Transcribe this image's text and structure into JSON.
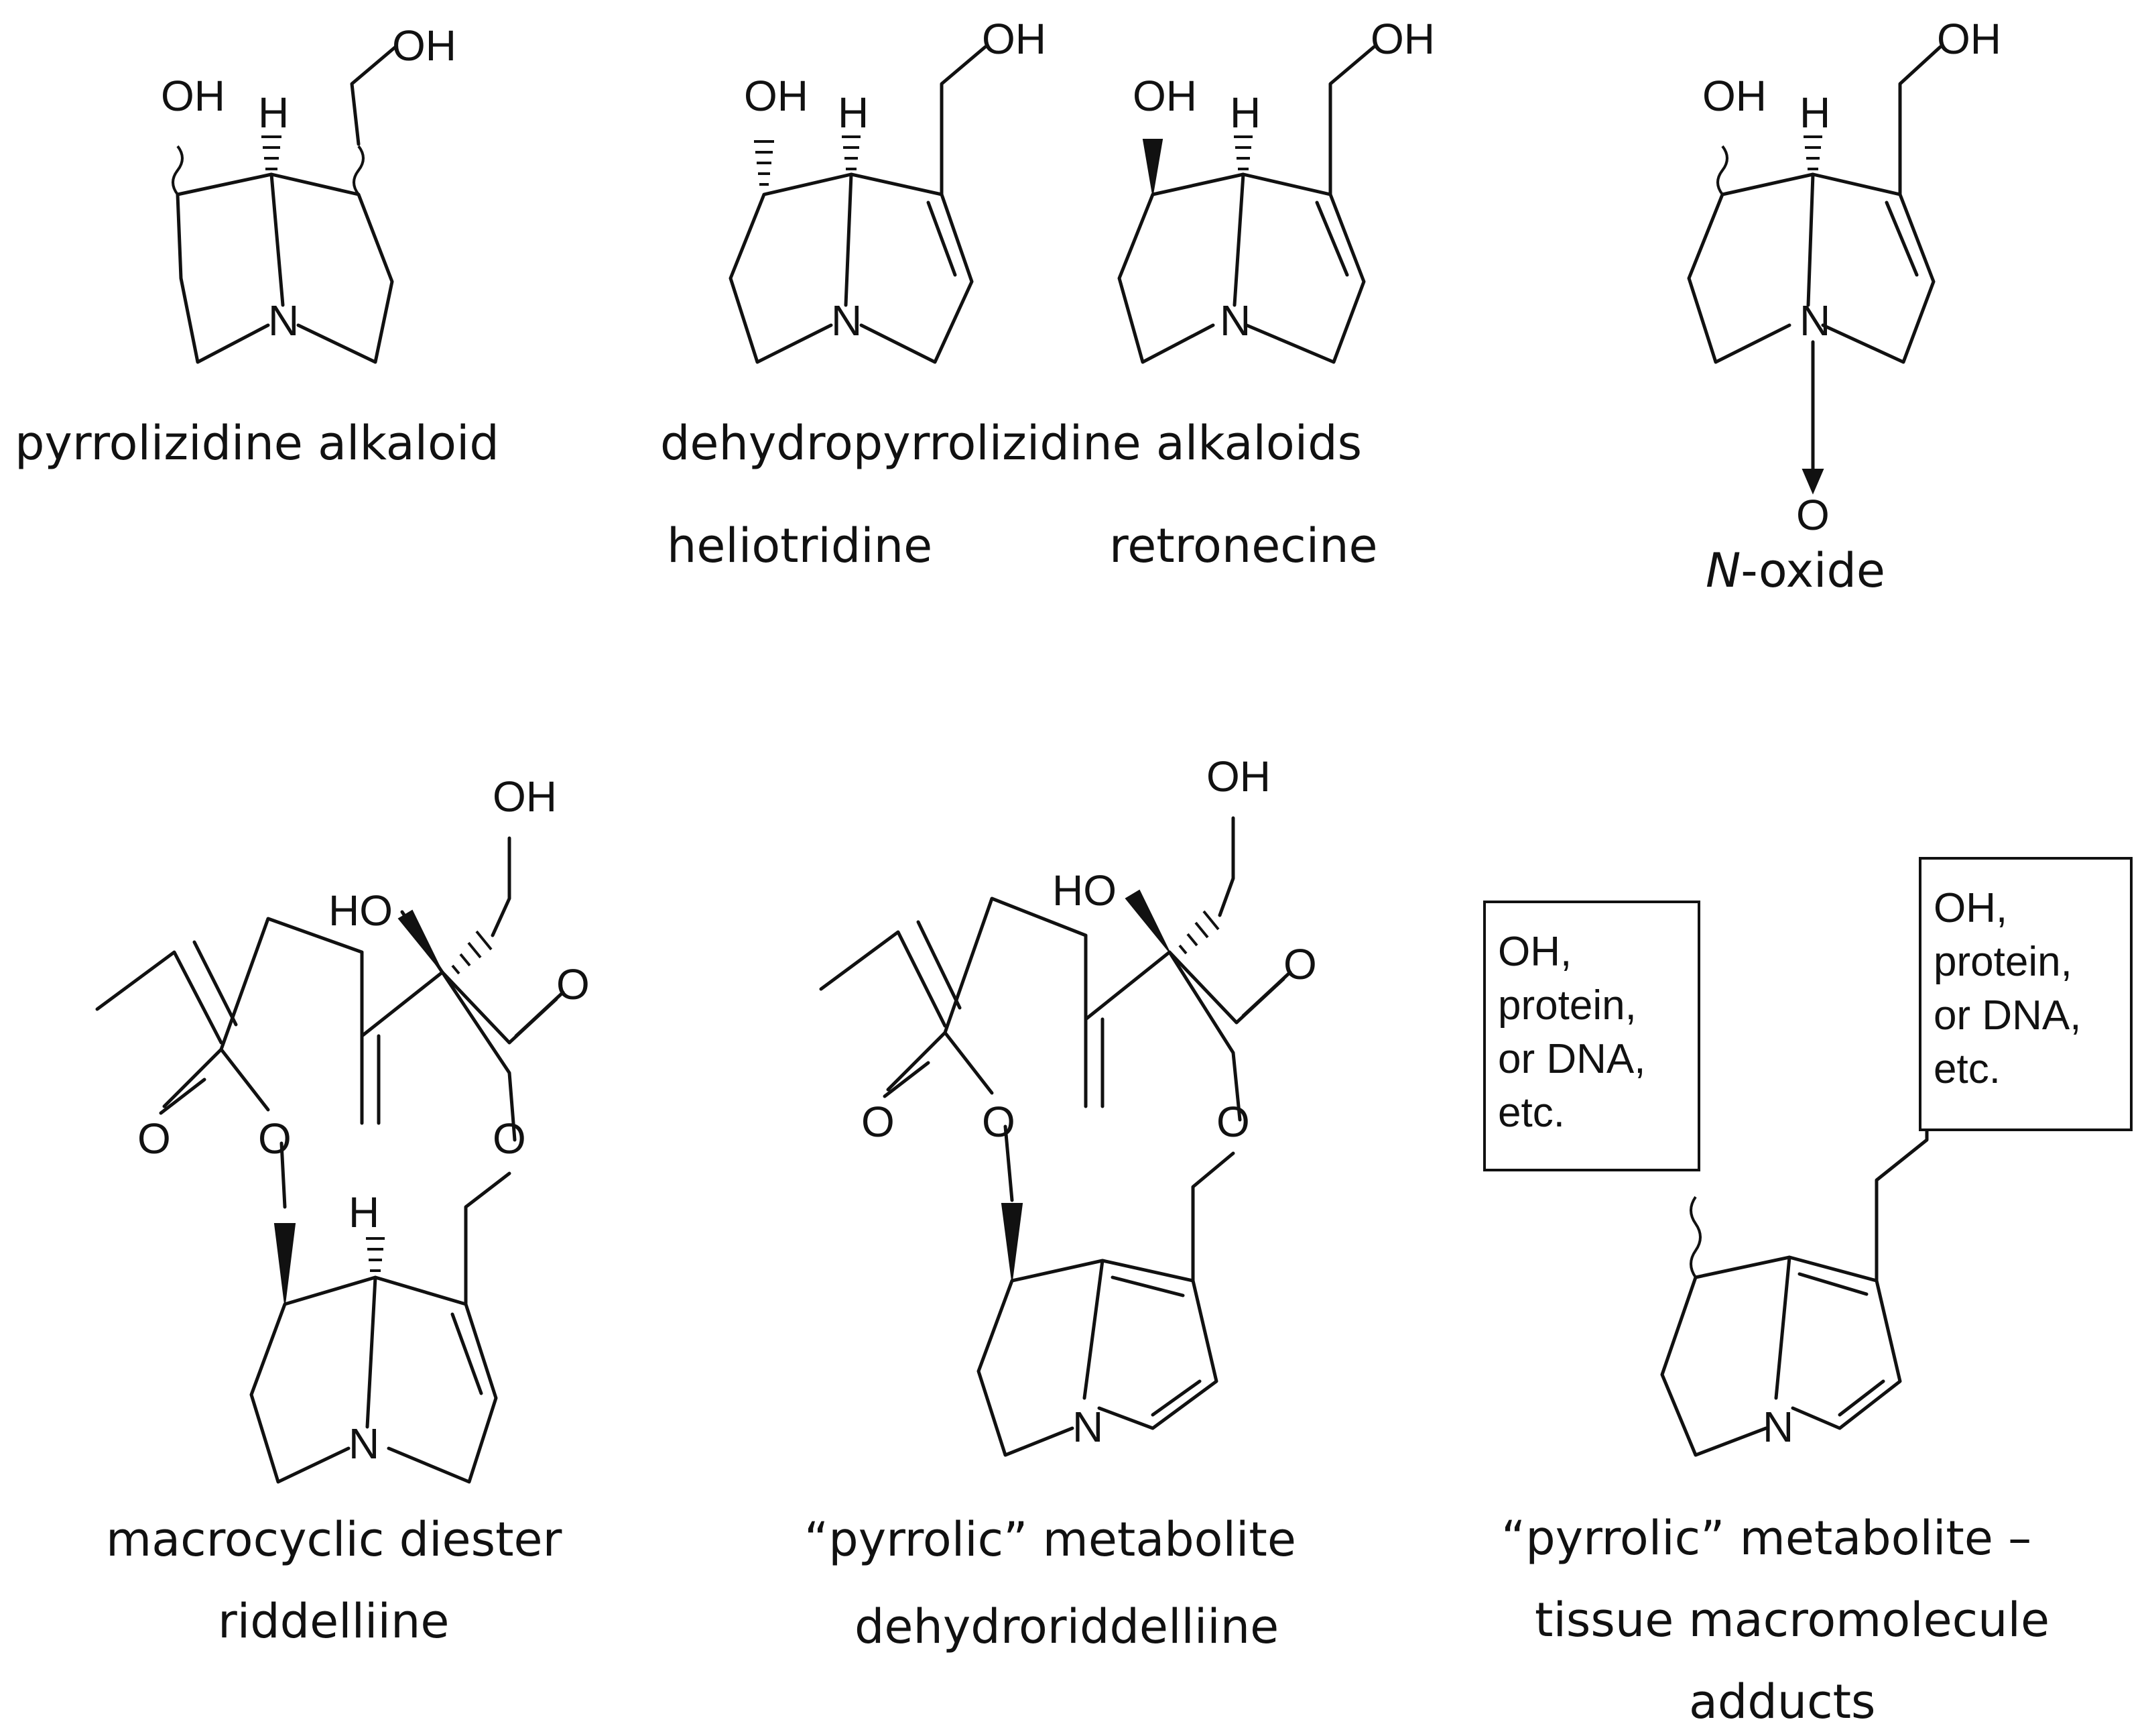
{
  "atoms": {
    "oh": "OH",
    "ho": "HO",
    "h": "H",
    "n": "N",
    "o": "O"
  },
  "captions": {
    "pyrrolizidine": "pyrrolizidine alkaloid",
    "dehydro_group": "dehydropyrrolizidine alkaloids",
    "heliotridine": "heliotridine",
    "retronecine": "retronecine",
    "noxide_prefix": "N",
    "noxide_suffix": "-oxide",
    "riddelliine_line1": "macrocyclic diester",
    "riddelliine_line2": "riddelliine",
    "dehydroriddelliine_line1": "“pyrrolic” metabolite",
    "dehydroriddelliine_line2": "dehydroriddelliine",
    "adducts_line1": "“pyrrolic” metabolite –",
    "adducts_line2": "tissue macromolecule",
    "adducts_line3": "adducts"
  },
  "adduct_box": [
    "OH,",
    "protein,",
    "or DNA,",
    "etc."
  ]
}
